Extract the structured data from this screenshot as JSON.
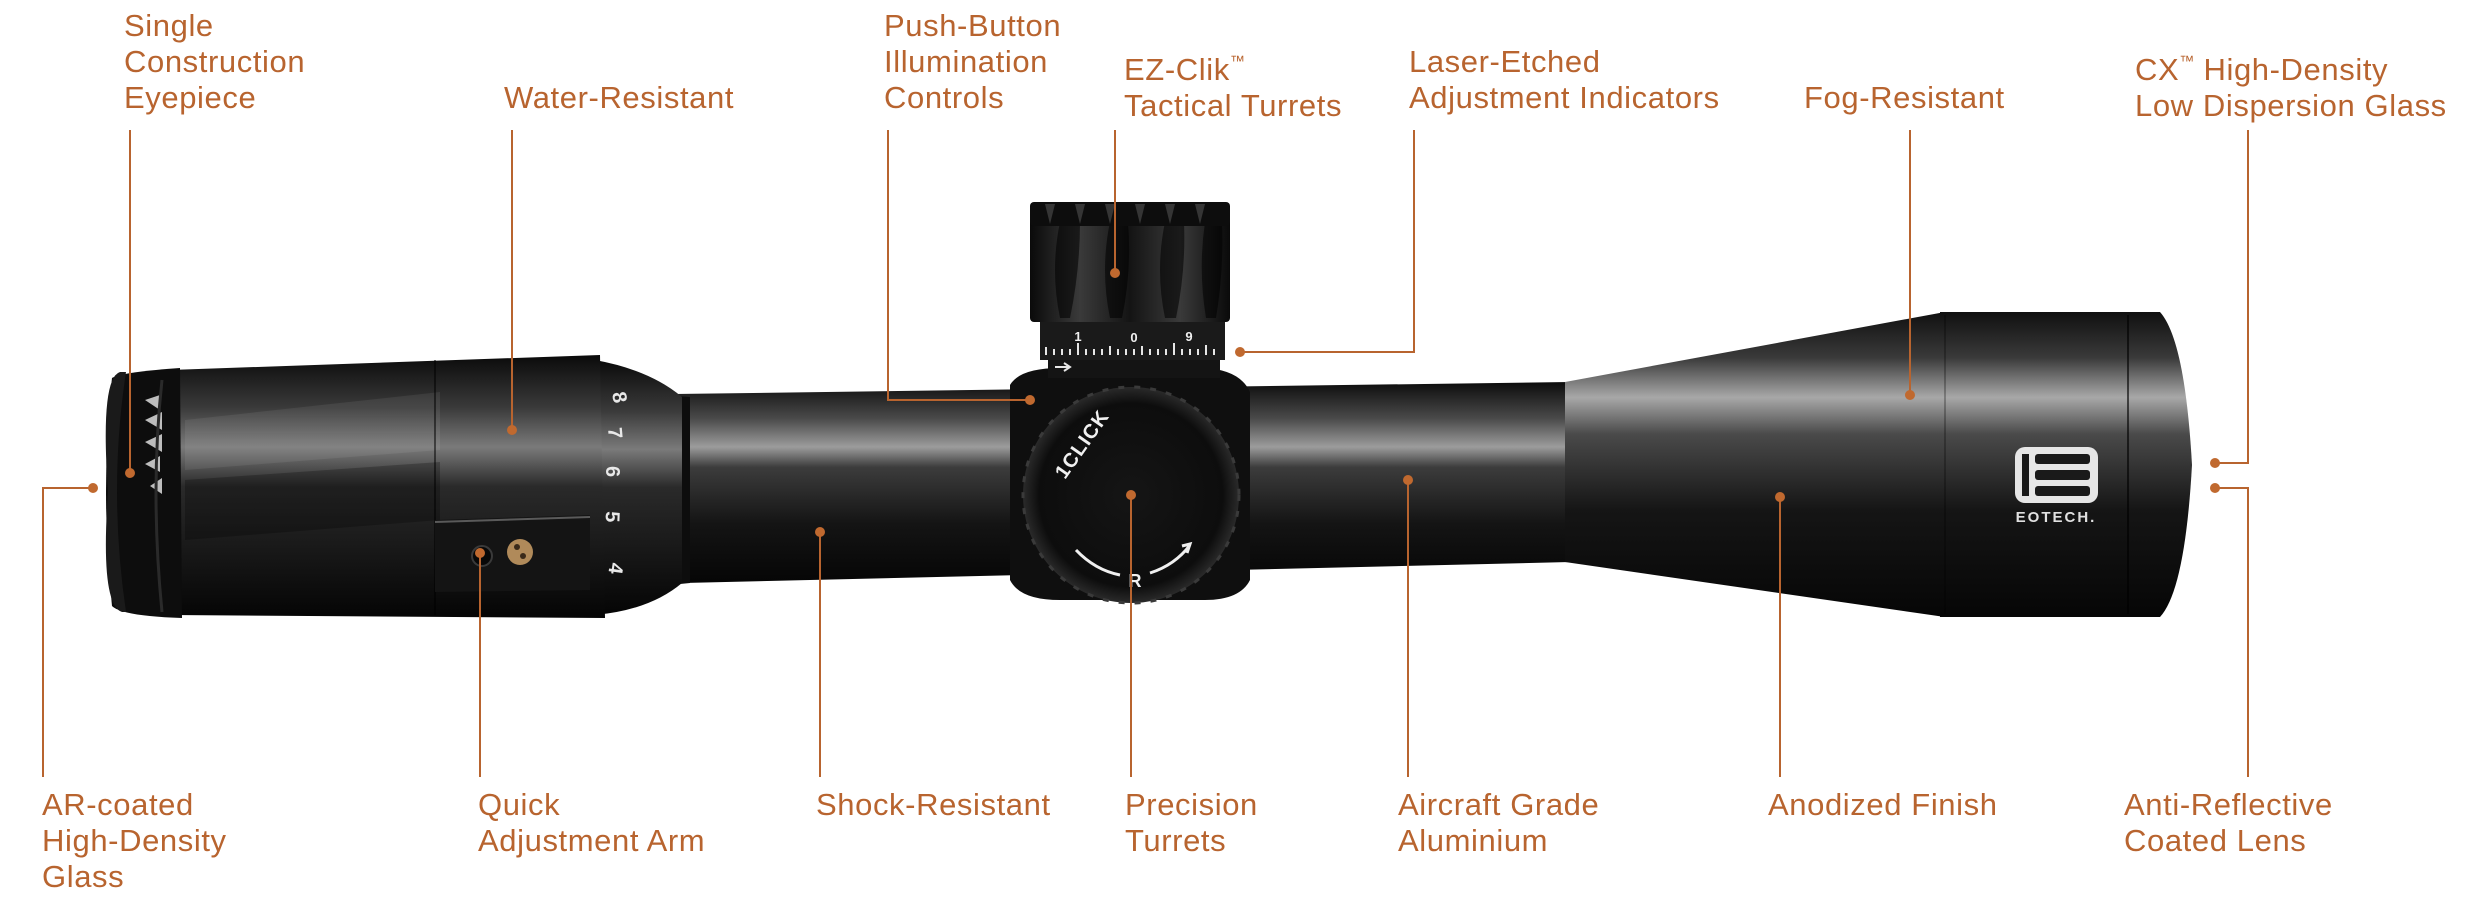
{
  "diagram": {
    "subject": "Rifle scope feature callouts",
    "brand_logo_text": "EOTECH.",
    "accent_color": "#b8642f",
    "top_callouts": [
      {
        "id": "single-construction-eyepiece",
        "lines": [
          "Single",
          "Construction",
          "Eyepiece"
        ]
      },
      {
        "id": "water-resistant",
        "lines": [
          "Water-Resistant"
        ]
      },
      {
        "id": "push-button-illumination-controls",
        "lines": [
          "Push-Button",
          "Illumination",
          "Controls"
        ]
      },
      {
        "id": "ez-clik-tactical-turrets",
        "lines": [
          "EZ-Clik",
          "Tactical Turrets"
        ],
        "tm_after_line": 0
      },
      {
        "id": "laser-etched-adjustment-indicators",
        "lines": [
          "Laser-Etched",
          "Adjustment Indicators"
        ]
      },
      {
        "id": "fog-resistant",
        "lines": [
          "Fog-Resistant"
        ]
      },
      {
        "id": "cx-high-density-low-dispersion-glass",
        "lines": [
          "CX",
          " High-Density",
          "Low Dispersion Glass"
        ],
        "tm_after_line": 0
      }
    ],
    "bottom_callouts": [
      {
        "id": "ar-coated-high-density-glass",
        "lines": [
          "AR-coated",
          "High-Density",
          "Glass"
        ]
      },
      {
        "id": "quick-adjustment-arm",
        "lines": [
          "Quick",
          "Adjustment Arm"
        ]
      },
      {
        "id": "shock-resistant",
        "lines": [
          "Shock-Resistant"
        ]
      },
      {
        "id": "precision-turrets",
        "lines": [
          "Precision",
          "Turrets"
        ]
      },
      {
        "id": "aircraft-grade-aluminium",
        "lines": [
          "Aircraft Grade",
          "Aluminium"
        ]
      },
      {
        "id": "anodized-finish",
        "lines": [
          "Anodized Finish"
        ]
      },
      {
        "id": "anti-reflective-coated-lens",
        "lines": [
          "Anti-Reflective",
          "Coated Lens"
        ]
      }
    ],
    "trademark_symbol": "™",
    "scope_markings": {
      "magnification_ring": [
        "8",
        "7",
        "6",
        "5",
        "4"
      ],
      "elevation_turret_numbers": [
        "1",
        "0",
        "9"
      ],
      "windage_turret_text": "1CLICK",
      "windage_turret_direction": "R"
    }
  }
}
